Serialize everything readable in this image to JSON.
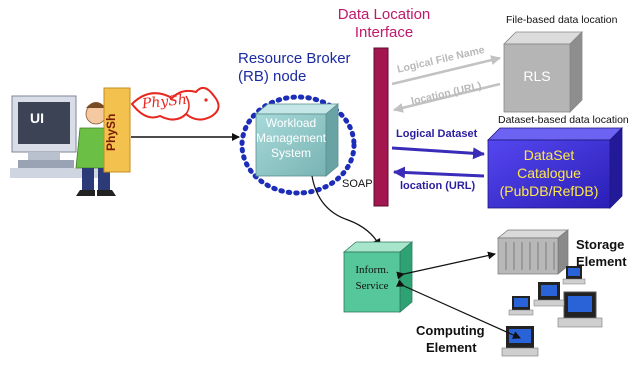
{
  "interface": {
    "title_line1": "Data Location",
    "title_line2": "Interface",
    "soap_label": "SOAP"
  },
  "broker": {
    "title_line1": "Resource Broker",
    "title_line2": "(RB) node",
    "wms_line1": "Workload",
    "wms_line2": "Management",
    "wms_line3": "System"
  },
  "user": {
    "ui_label": "UI",
    "physh_label": "PhySh",
    "fish_label": "PhySh"
  },
  "rls": {
    "caption": "File-based data location",
    "label": "RLS",
    "request_label": "Logical File Name",
    "response_label": "location (URL)"
  },
  "dataset": {
    "caption": "Dataset-based data location",
    "line1": "DataSet",
    "line2": "Catalogue",
    "line3": "(PubDB/RefDB)",
    "request_label": "Logical Dataset",
    "response_label": "location (URL)"
  },
  "info_service": {
    "line1": "Inform.",
    "line2": "Service"
  },
  "storage": {
    "line1": "Storage",
    "line2": "Element"
  },
  "computing": {
    "line1": "Computing",
    "line2": "Element"
  },
  "colors": {
    "interface_bar": "#a3164f",
    "interface_title": "#c0186a",
    "broker_text": "#1a2aa0",
    "dotted_ring": "#1c2db8",
    "wms_box": "#8fc7c7",
    "physh_box": "#f2c14e",
    "dataset_box": "#3a2cd6",
    "dataset_text": "#ffe94a",
    "dataset_arrow": "#3a2cb8",
    "rls_box": "#b5b5b5",
    "rls_arrow": "#c2c2c2",
    "info_box": "#56c79a",
    "fish": "#e8271f"
  }
}
